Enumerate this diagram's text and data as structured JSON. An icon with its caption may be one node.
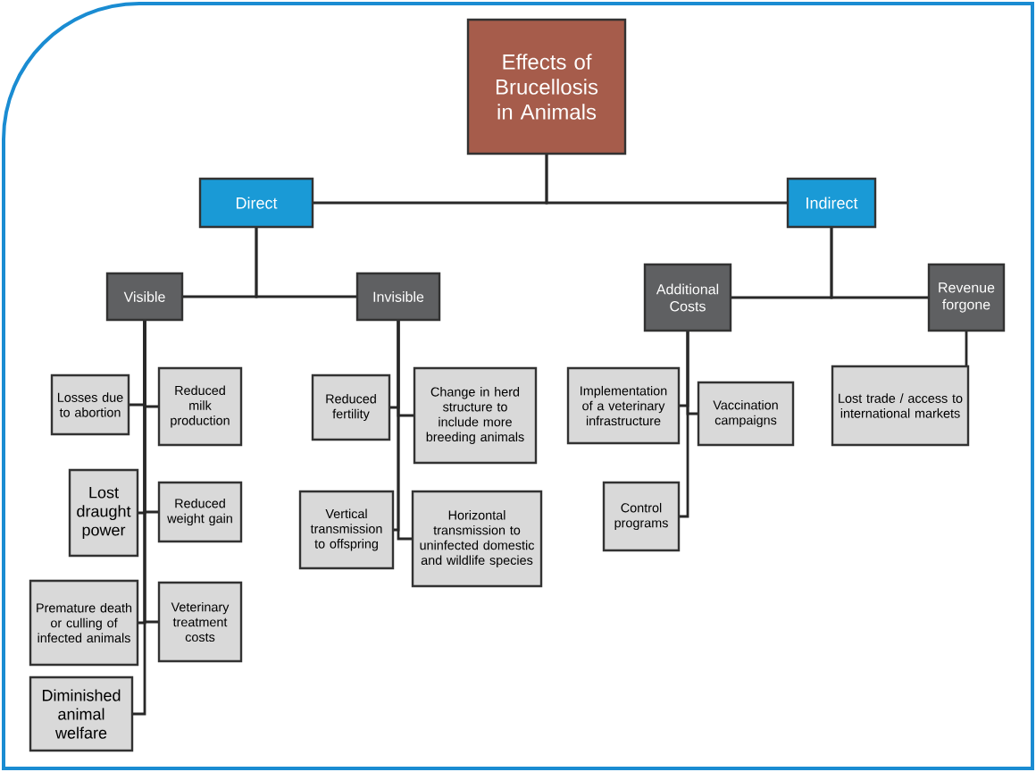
{
  "diagram": {
    "nodes": [
      {
        "text": [
          "Effects of Brucellosis in Animals"
        ]
      },
      {
        "text": [
          "Direct"
        ]
      },
      {
        "text": [
          "Indirect"
        ]
      },
      {
        "text": [
          "Visible"
        ]
      },
      {
        "text": [
          "Invisible"
        ]
      },
      {
        "text": [
          "Additional Costs"
        ]
      },
      {
        "text": [
          "Revenue forgone"
        ]
      },
      {
        "text": [
          "Losses due to abortion"
        ]
      },
      {
        "text": [
          "Reduced milk production"
        ]
      },
      {
        "text": [
          "Lost draught power"
        ]
      },
      {
        "text": [
          "Reduced weight gain"
        ]
      },
      {
        "text": [
          "Premature death or culling of infected animals"
        ]
      },
      {
        "text": [
          "Veterinary treatment costs"
        ]
      },
      {
        "text": [
          "Diminished animal welfare"
        ]
      },
      {
        "text": [
          "Reduced fertility"
        ]
      },
      {
        "text": [
          "Change in herd structure to include more breeding animals"
        ]
      },
      {
        "text": [
          "Vertical transmission to offspring"
        ]
      },
      {
        "text": [
          "Horizontal transmission to uninfected domestic and wildlife species"
        ]
      },
      {
        "text": [
          "Implementation of a veterinary infrastructure"
        ]
      },
      {
        "text": [
          "Vaccination campaigns"
        ]
      },
      {
        "text": [
          "Control programs"
        ]
      },
      {
        "text": [
          "Lost trade / access to international markets"
        ]
      }
    ],
    "edges": [
      {
        "from": 0,
        "to": 1,
        "arrow": "none"
      },
      {
        "from": 0,
        "to": 2,
        "arrow": "none"
      },
      {
        "from": 1,
        "to": 3,
        "arrow": "none"
      },
      {
        "from": 1,
        "to": 4,
        "arrow": "none"
      },
      {
        "from": 2,
        "to": 5,
        "arrow": "none"
      },
      {
        "from": 2,
        "to": 6,
        "arrow": "none"
      },
      {
        "from": 3,
        "to": 7,
        "arrow": "none"
      },
      {
        "from": 3,
        "to": 8,
        "arrow": "none"
      },
      {
        "from": 3,
        "to": 9,
        "arrow": "none"
      },
      {
        "from": 3,
        "to": 10,
        "arrow": "none"
      },
      {
        "from": 3,
        "to": 11,
        "arrow": "none"
      },
      {
        "from": 3,
        "to": 12,
        "arrow": "none"
      },
      {
        "from": 3,
        "to": 13,
        "arrow": "none"
      },
      {
        "from": 4,
        "to": 14,
        "arrow": "none"
      },
      {
        "from": 4,
        "to": 15,
        "arrow": "none"
      },
      {
        "from": 4,
        "to": 16,
        "arrow": "none"
      },
      {
        "from": 4,
        "to": 17,
        "arrow": "none"
      },
      {
        "from": 5,
        "to": 18,
        "arrow": "none"
      },
      {
        "from": 5,
        "to": 19,
        "arrow": "none"
      },
      {
        "from": 5,
        "to": 20,
        "arrow": "none"
      },
      {
        "from": 6,
        "to": 21,
        "arrow": "none"
      }
    ]
  }
}
